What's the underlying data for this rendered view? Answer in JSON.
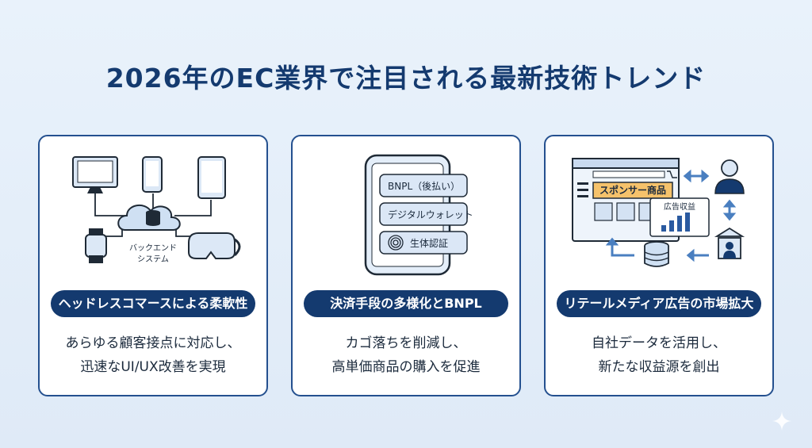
{
  "title": "2026年のEC業界で注目される最新技術トレンド",
  "cards": [
    {
      "heading": "ヘッドレスコマースによる柔軟性",
      "desc_lines": [
        "あらゆる顧客接点に対応し、",
        "迅速なUI/UX改善を実現"
      ],
      "diagram": {
        "backend_line1": "バックエンド",
        "backend_line2": "システム"
      }
    },
    {
      "heading": "決済手段の多様化とBNPL",
      "desc_lines": [
        "カゴ落ちを削減し、",
        "高単価商品の購入を促進"
      ],
      "diagram": {
        "options": [
          "BNPL（後払い）",
          "デジタルウォレット",
          "生体認証"
        ]
      }
    },
    {
      "heading": "リテールメディア広告の市場拡大",
      "desc_lines": [
        "自社データを活用し、",
        "新たな収益源を創出"
      ],
      "diagram": {
        "sponsored_label": "スポンサー商品",
        "revenue_label": "広告収益"
      }
    }
  ],
  "colors": {
    "navy": "#143a6f",
    "border": "#24508f",
    "accent": "#f5c26b"
  }
}
